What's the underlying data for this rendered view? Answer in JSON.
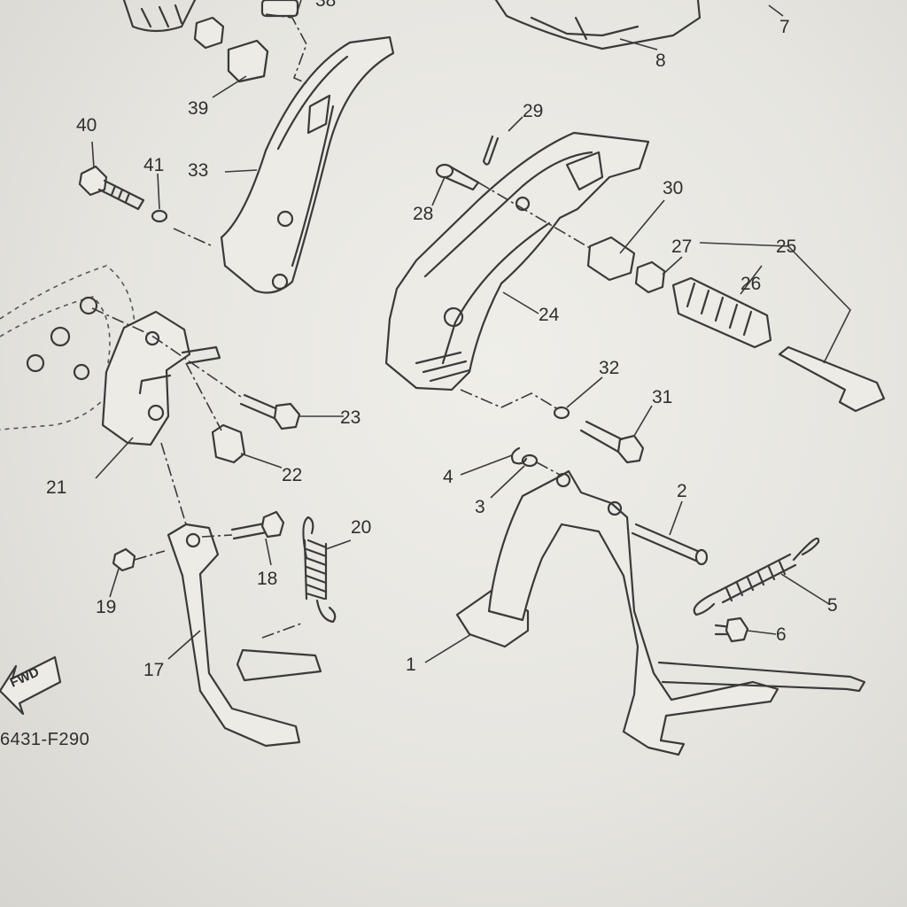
{
  "callouts": {
    "c1": "1",
    "c2": "2",
    "c3": "3",
    "c4": "4",
    "c5": "5",
    "c6": "6",
    "c7": "7",
    "c8": "8",
    "c17": "17",
    "c18": "18",
    "c19": "19",
    "c20": "20",
    "c21": "21",
    "c22": "22",
    "c23": "23",
    "c24": "24",
    "c25": "25",
    "c26": "26",
    "c27": "27",
    "c28": "28",
    "c29": "29",
    "c30": "30",
    "c31": "31",
    "c32": "32",
    "c33": "33",
    "c39": "39",
    "c40": "40",
    "c41": "41"
  },
  "fwd_label": "FWD",
  "diagram_code": "6431-F290"
}
